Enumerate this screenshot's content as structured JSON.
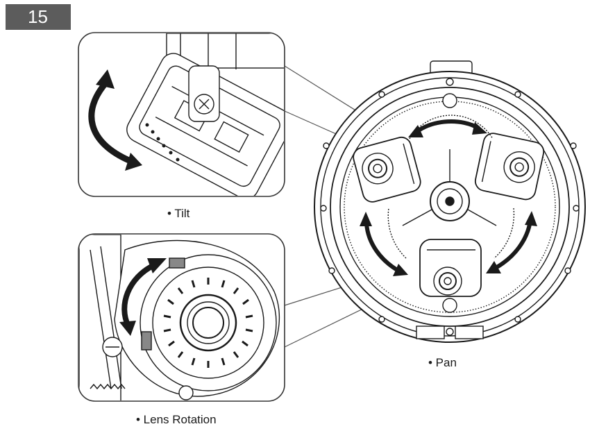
{
  "step": {
    "number": "15"
  },
  "captions": {
    "tilt": "• Tilt",
    "lens_rotation": "• Lens Rotation",
    "pan": "• Pan"
  },
  "icons": {
    "tilt_arrow": "curved-double-arrow-icon",
    "lens_arrow": "curved-double-arrow-icon",
    "pan_arrows": "curved-double-arrow-icon"
  },
  "colors": {
    "badge_bg": "#5c5c5c",
    "line_art": "#1a1a1a",
    "arrow": "#1a1a1a"
  }
}
